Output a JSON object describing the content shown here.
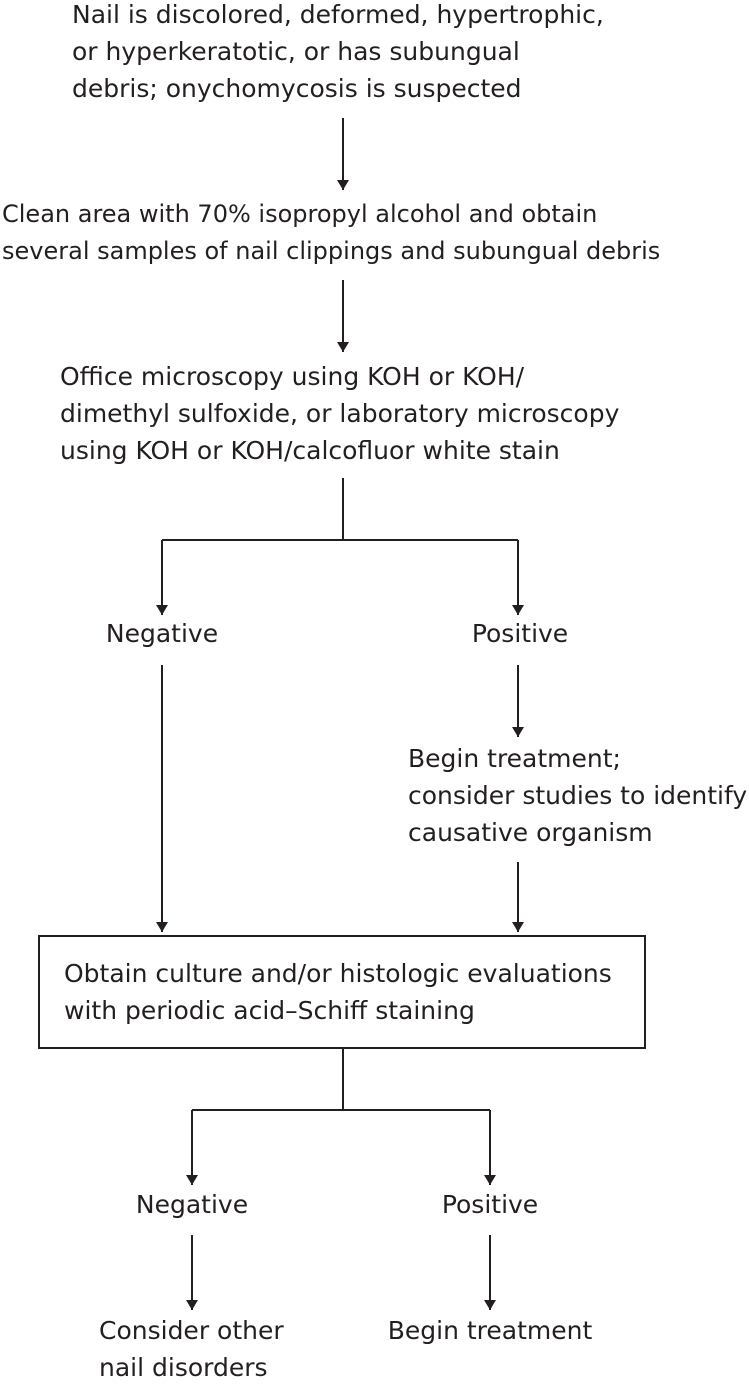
{
  "nodes": {
    "suspect": [
      "Nail is discolored, deformed, hypertrophic,",
      "or hyperkeratotic, or has subungual",
      "debris; onychomycosis is suspected"
    ],
    "sample": [
      "Clean area with 70% isopropyl alcohol and obtain",
      "several samples of nail clippings and subungual debris"
    ],
    "microscopy": [
      "Office microscopy using KOH or KOH/",
      "dimethyl sulfoxide, or laboratory microscopy",
      "using KOH or KOH/calcofluor white stain"
    ],
    "micro_negative": "Negative",
    "micro_positive": "Positive",
    "begin_treatment_1": [
      "Begin treatment;",
      "consider studies to identify",
      "causative organism"
    ],
    "culture": [
      "Obtain culture and/or histologic evaluations",
      "with periodic acid–Schiff staining"
    ],
    "culture_negative": "Negative",
    "culture_positive": "Positive",
    "consider_other": [
      "Consider other",
      "nail disorders"
    ],
    "begin_treatment_2": "Begin treatment"
  },
  "colors": {
    "ink": "#231f20",
    "background": "#ffffff"
  }
}
